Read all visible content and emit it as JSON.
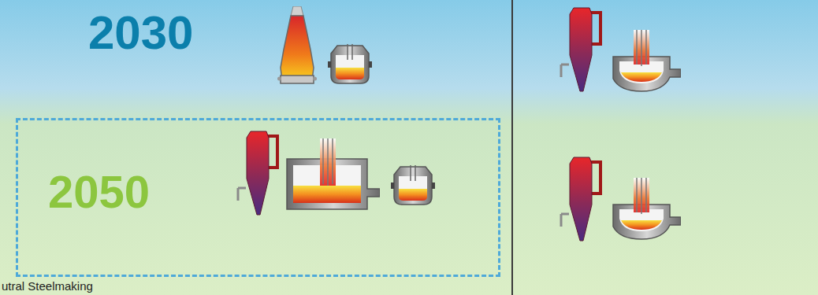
{
  "diagram": {
    "nodes": [
      {
        "text": [
          "2050"
        ]
      }
    ],
    "labels": [
      "2030",
      "utral Steelmaking"
    ]
  }
}
